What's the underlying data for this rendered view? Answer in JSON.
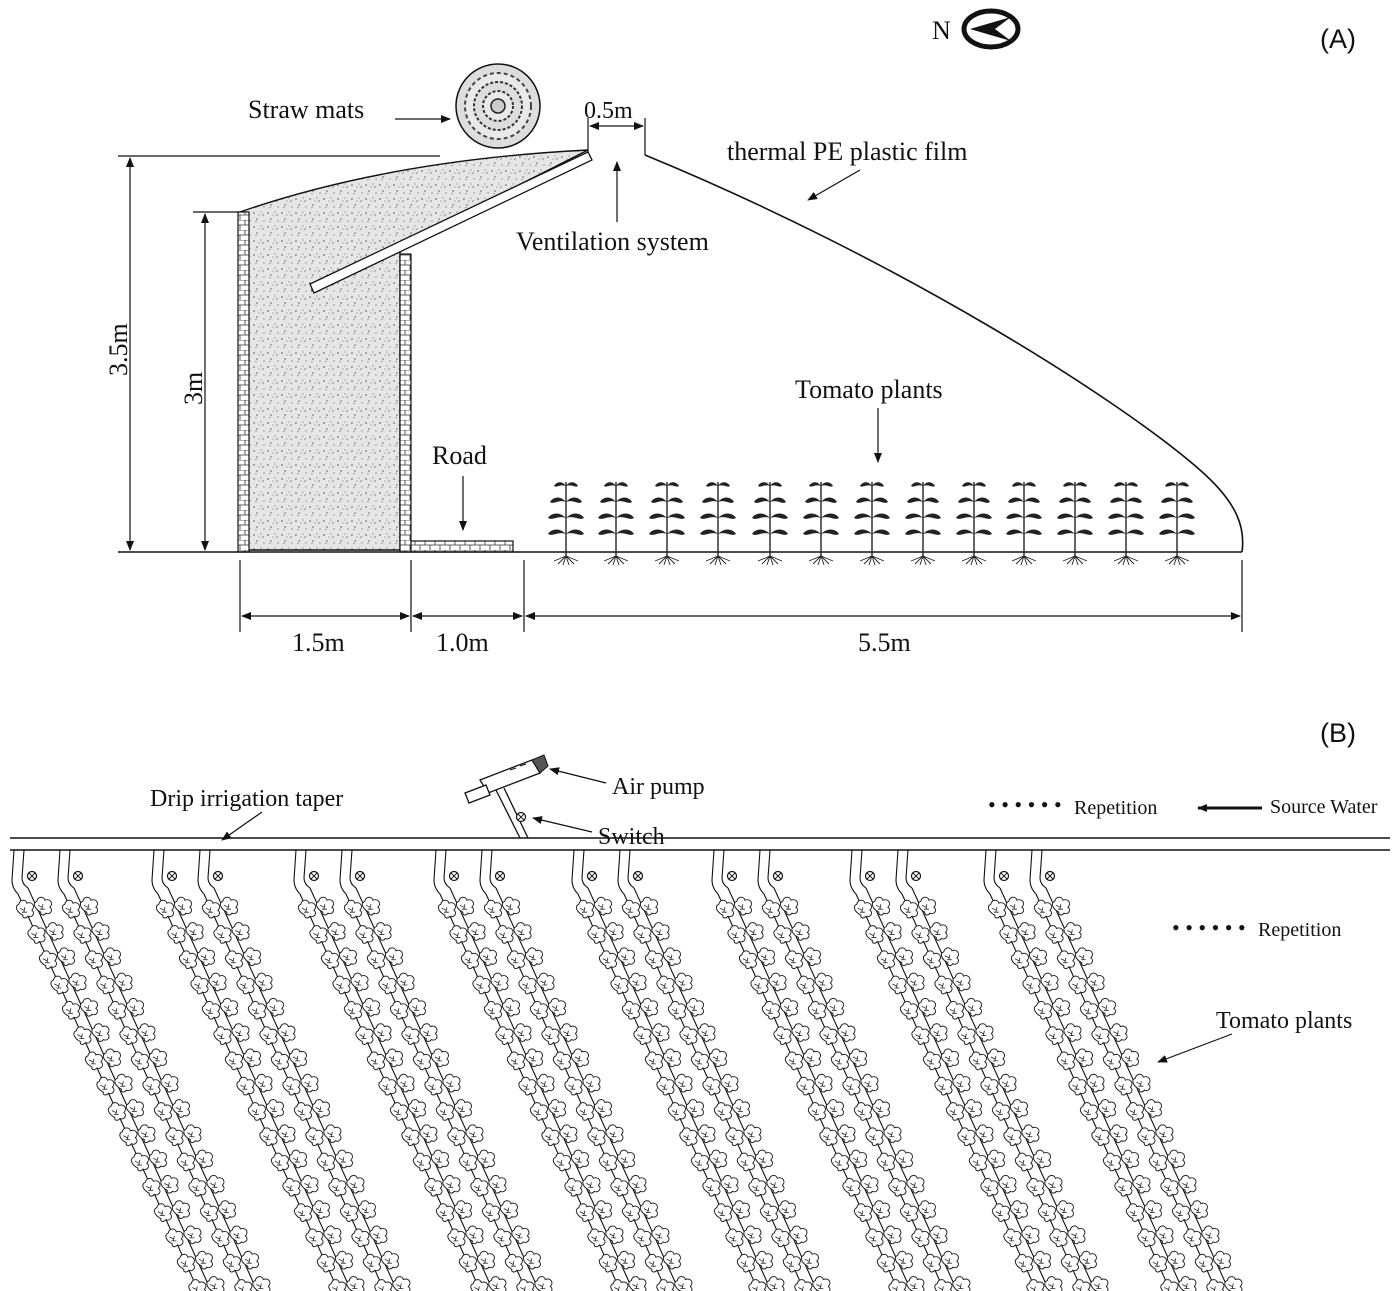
{
  "panel_a": {
    "panel_label": "(A)",
    "compass_label": "N",
    "labels": {
      "straw_mats": "Straw mats",
      "gap": "0.5m",
      "film": "thermal PE plastic film",
      "ventilation": "Ventilation system",
      "height_total": "3.5m",
      "height_wall": "3m",
      "road": "Road",
      "tomato": "Tomato plants",
      "width_wall": "1.5m",
      "width_road": "1.0m",
      "width_bed": "5.5m"
    }
  },
  "panel_b": {
    "panel_label": "(B)",
    "labels": {
      "drip": "Drip irrigation taper",
      "air_pump": "Air pump",
      "switch": "Switch",
      "repetition_top": "Repetition",
      "source_water": "Source Water",
      "repetition_right": "Repetition",
      "tomato": "Tomato plants"
    }
  },
  "colors": {
    "ink": "#111111",
    "wall_fill": "#e4e4e4",
    "background": "#ffffff"
  },
  "icons": [
    "compass-icon",
    "straw-mat-roll-icon",
    "tomato-plant-icon",
    "valve-icon",
    "air-pump-icon"
  ]
}
